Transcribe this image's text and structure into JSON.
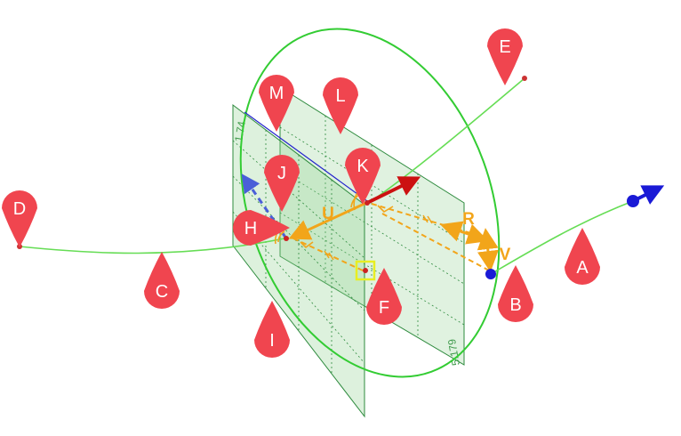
{
  "pins": [
    {
      "id": "pin-a",
      "label": "A"
    },
    {
      "id": "pin-b",
      "label": "B"
    },
    {
      "id": "pin-c",
      "label": "C"
    },
    {
      "id": "pin-d",
      "label": "D"
    },
    {
      "id": "pin-e",
      "label": "E"
    },
    {
      "id": "pin-f",
      "label": "F"
    },
    {
      "id": "pin-h",
      "label": "H"
    },
    {
      "id": "pin-i",
      "label": "I"
    },
    {
      "id": "pin-j",
      "label": "J"
    },
    {
      "id": "pin-k",
      "label": "K"
    },
    {
      "id": "pin-l",
      "label": "L"
    },
    {
      "id": "pin-m",
      "label": "M"
    }
  ],
  "vectors": {
    "u": "U",
    "r": "R",
    "v": "V"
  },
  "plane_dims": {
    "left_plane": "1.74",
    "right_plane": "5.179"
  },
  "colors": {
    "pin": "#f0454f",
    "curve": "#33cc33",
    "plane_fill": "#8fd08f",
    "plane_edge": "#2e8b3e",
    "orange": "#f2a51a",
    "red_arrow": "#cc1111",
    "blue_arrow": "#1a1ad6",
    "blue_line": "#2222cc",
    "dashed_blue": "#4a5fd8"
  }
}
